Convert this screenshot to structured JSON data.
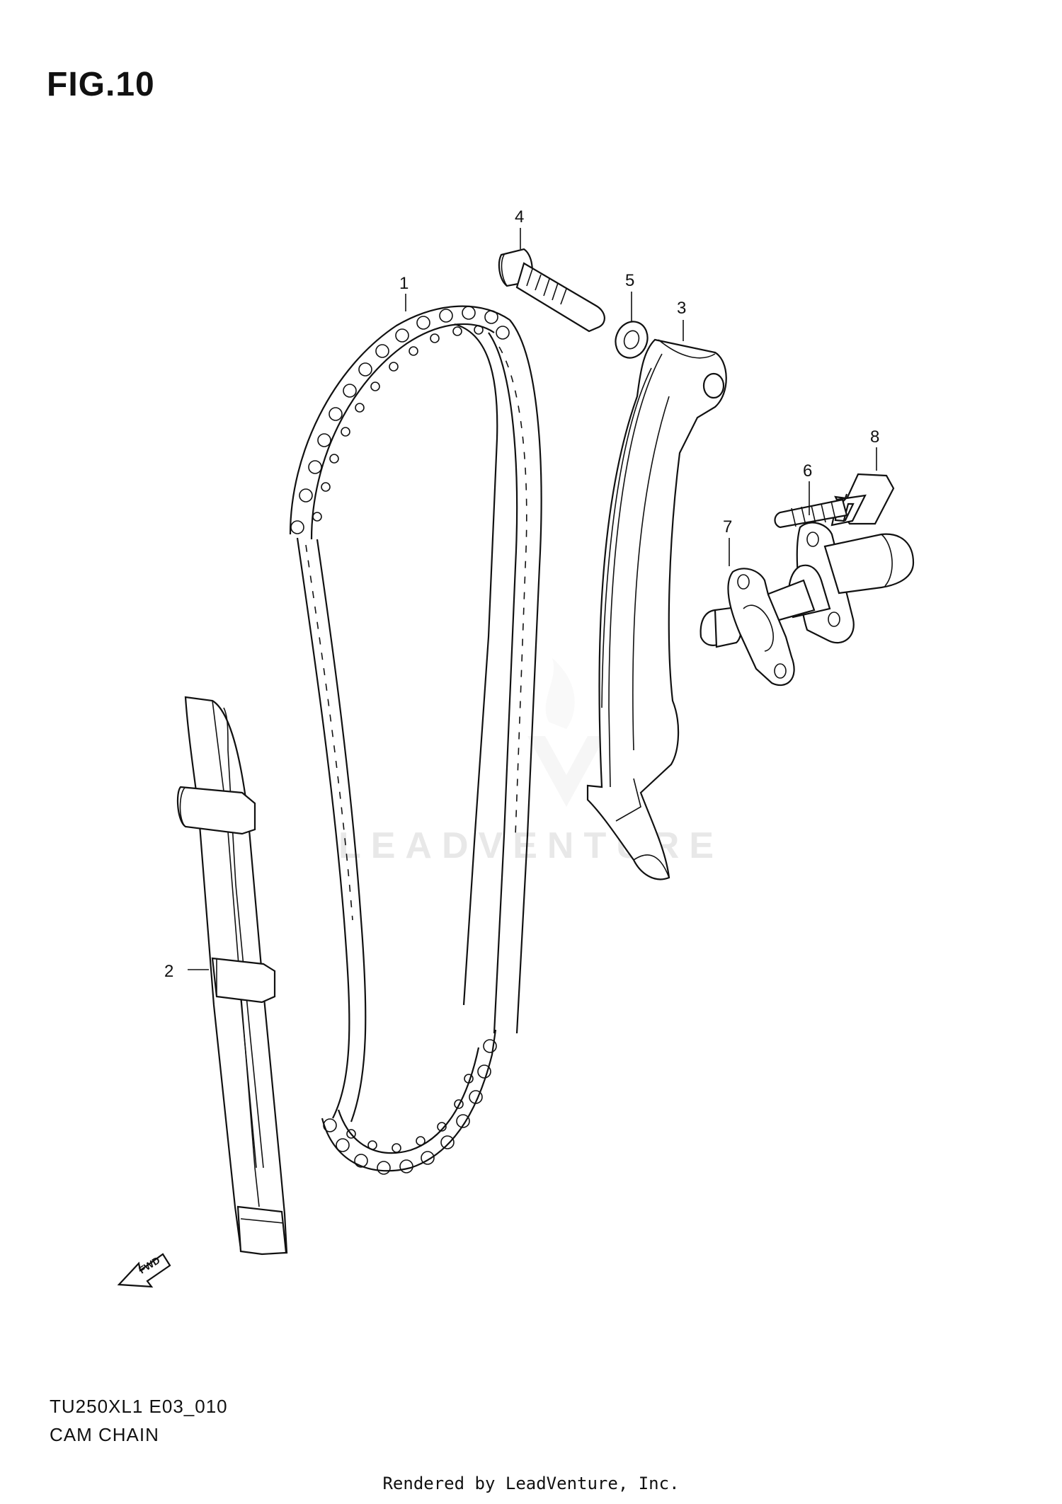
{
  "figure_label": "FIG.10",
  "model_code": "TU250XL1 E03_010",
  "diagram_name": "CAM CHAIN",
  "credit": "Rendered by LeadVenture, Inc.",
  "watermark": "LEADVENTURE",
  "fwd_label": "FWD",
  "callouts": {
    "c1": "1",
    "c2": "2",
    "c3": "3",
    "c4": "4",
    "c5": "5",
    "c6": "6",
    "c7": "7",
    "c8": "8"
  }
}
